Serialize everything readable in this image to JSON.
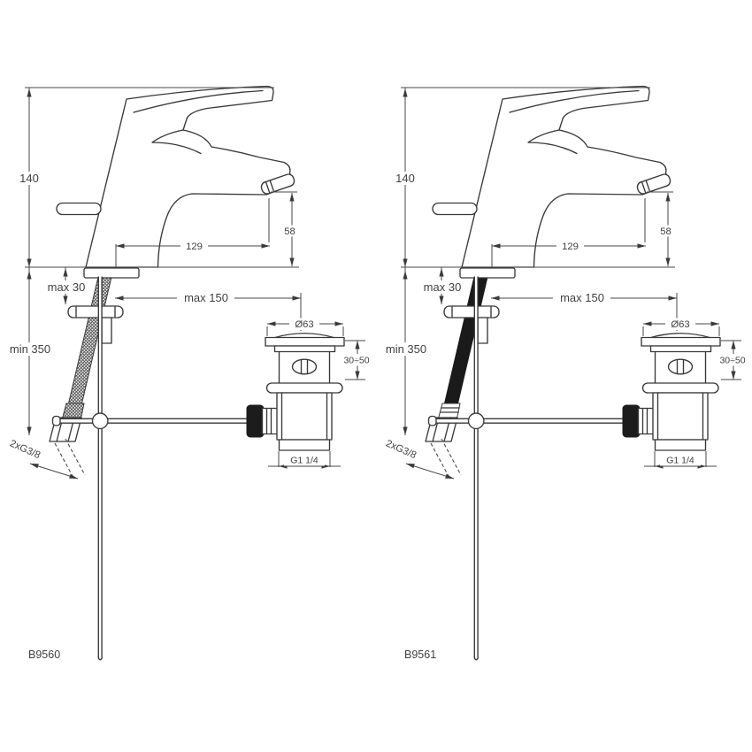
{
  "drawing": {
    "title_hidden": "",
    "figures": [
      {
        "code": "B9560",
        "hose_style": "braided-hatched"
      },
      {
        "code": "B9561",
        "hose_style": "smooth-black"
      }
    ],
    "dims": {
      "height": "140",
      "reach": "129",
      "outlet_height": "58",
      "deck_max": "max 30",
      "hose_min": "min 350",
      "rod_max": "max 150",
      "waste_diameter": "Ø63",
      "waste_range": "30÷50",
      "waste_thread": "G1 1/4",
      "inlet_thread": "2xG3/8"
    },
    "colors": {
      "line": "#383838",
      "text": "#414141",
      "background": "#ffffff"
    }
  }
}
